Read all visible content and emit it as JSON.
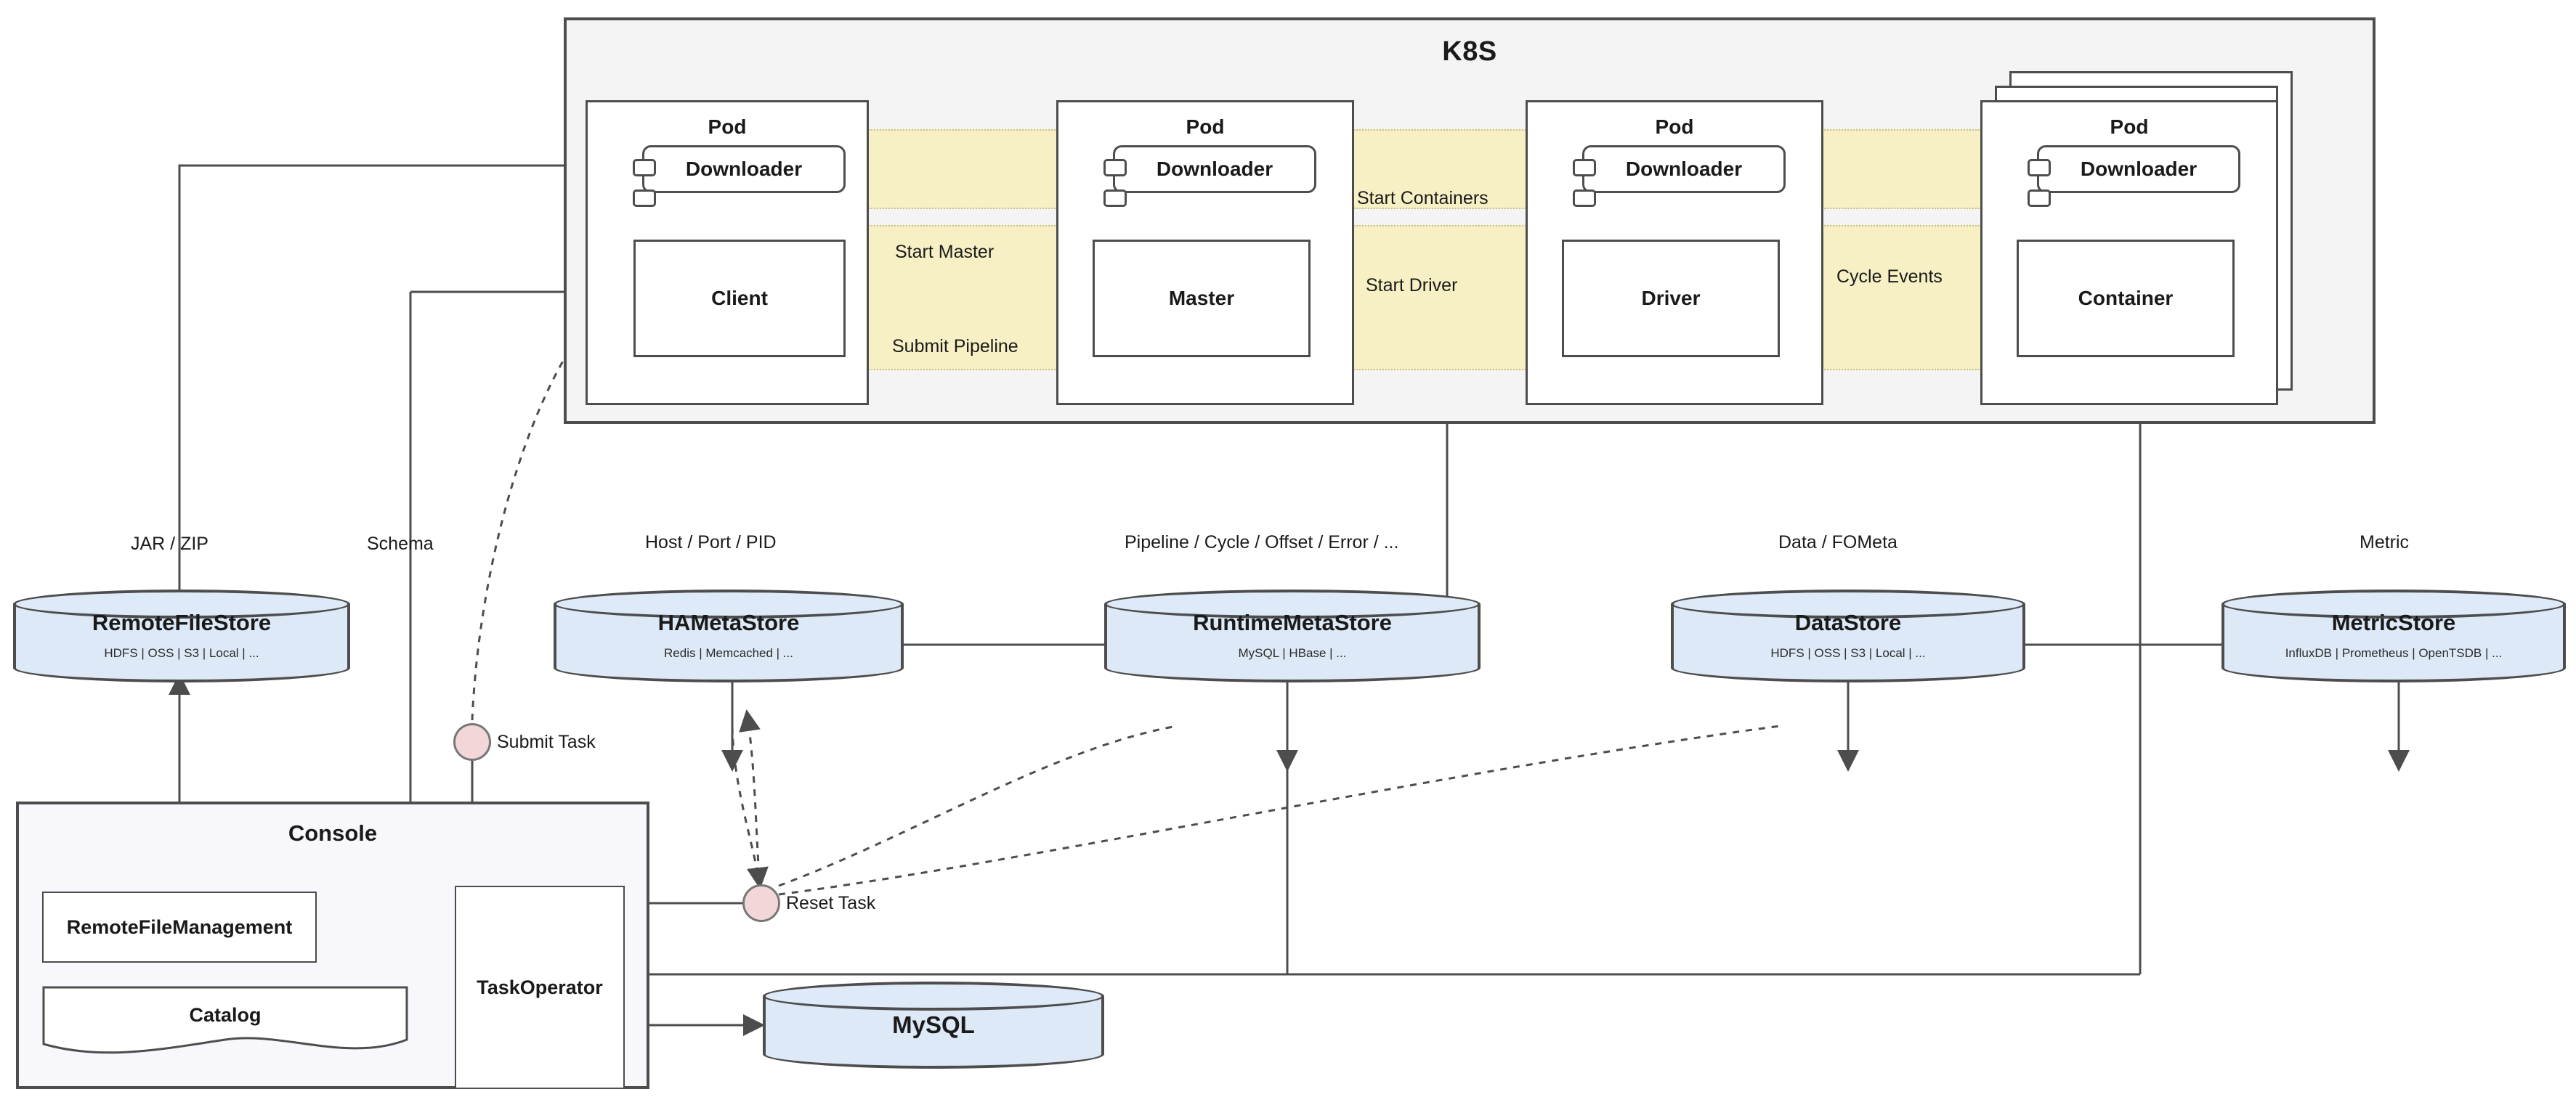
{
  "diagram": {
    "title": "K8S"
  },
  "k8s": {
    "label": "K8S",
    "pods": [
      {
        "pod_label": "Pod",
        "downloader": "Downloader",
        "workload": "Client"
      },
      {
        "pod_label": "Pod",
        "downloader": "Downloader",
        "workload": "Master"
      },
      {
        "pod_label": "Pod",
        "downloader": "Downloader",
        "workload": "Driver"
      },
      {
        "pod_label": "Pod",
        "downloader": "Downloader",
        "workload": "Container"
      }
    ]
  },
  "flow_labels": {
    "start_master": "Start Master",
    "submit_pipeline": "Submit Pipeline",
    "start_containers": "Start Containers",
    "start_driver": "Start Driver",
    "cycle_events": "Cycle Events"
  },
  "data_labels": {
    "jar_zip": "JAR / ZIP",
    "schema": "Schema",
    "host_port_pid": "Host / Port / PID",
    "pipeline_cycle": "Pipeline / Cycle / Offset / Error / ...",
    "data_fometa": "Data / FOMeta",
    "metric": "Metric"
  },
  "stores": [
    {
      "name": "RemoteFileStore",
      "backends": "HDFS | OSS | S3 | Local | ..."
    },
    {
      "name": "HAMetaStore",
      "backends": "Redis | Memcached | ..."
    },
    {
      "name": "RuntimeMetaStore",
      "backends": "MySQL | HBase | ..."
    },
    {
      "name": "DataStore",
      "backends": "HDFS | OSS | S3 | Local | ..."
    },
    {
      "name": "MetricStore",
      "backends": "InfluxDB | Prometheus | OpenTSDB | ..."
    }
  ],
  "console": {
    "title": "Console",
    "remote_file_management": "RemoteFileManagement",
    "catalog": "Catalog",
    "task_operator": "TaskOperator"
  },
  "mysql": {
    "name": "MySQL"
  },
  "events": [
    {
      "label": "Submit Task"
    },
    {
      "label": "Reset Task"
    }
  ],
  "colors": {
    "stroke": "#4d4d4d",
    "k8s_bg": "#f4f4f4",
    "lane_bg": "#f7f0c5",
    "lane_border": "#c9bf89",
    "store_fill": "#dde9f7",
    "console_bg": "#f7f7fc",
    "event_fill": "#f3d6d8"
  }
}
